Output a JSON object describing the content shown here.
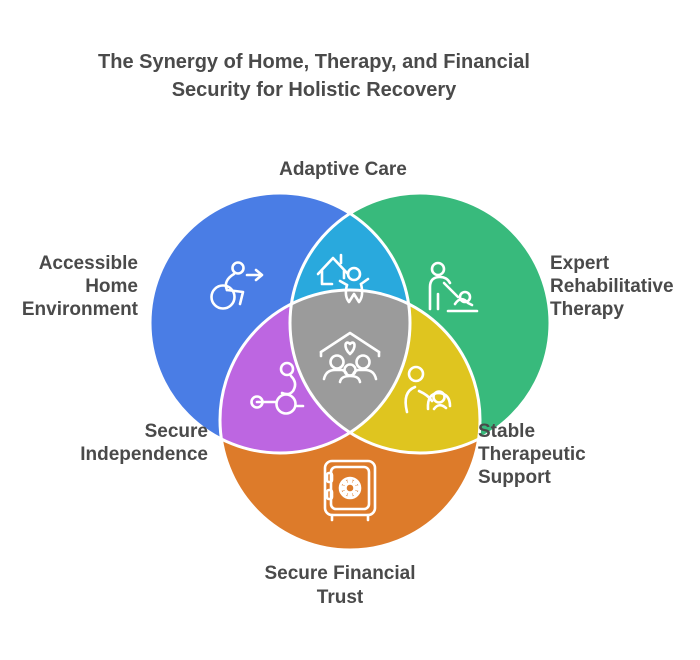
{
  "colors": {
    "background": "#ffffff",
    "text": "#4a4a4a",
    "circle_stroke": "#ffffff",
    "icon_stroke": "#ffffff",
    "circle_home": "#4a7de5",
    "circle_therapy": "#38ba7c",
    "circle_financial": "#dd7b2a",
    "overlap_home_therapy": "#29a9dd",
    "overlap_home_financial": "#bd66e1",
    "overlap_therapy_financial": "#dfc51f",
    "overlap_center": "#9b9b9b"
  },
  "title": {
    "text": "The Synergy of Home, Therapy, and Financial Security for Holistic Recovery",
    "lines": [
      "The Synergy of Home, Therapy, and Financial",
      "Security for Holistic Recovery"
    ]
  },
  "venn": {
    "type": "venn-diagram",
    "sets": [
      {
        "name": "home",
        "label": "Accessible Home Environment",
        "label_lines": [
          "Accessible",
          "Home",
          "Environment"
        ],
        "color": "#4a7de5",
        "icon": "wheelchair-accessibility-icon"
      },
      {
        "name": "therapy",
        "label": "Expert Rehabilitative Therapy",
        "label_lines": [
          "Expert",
          "Rehabilitative",
          "Therapy"
        ],
        "color": "#38ba7c",
        "icon": "rehabilitation-therapist-icon"
      },
      {
        "name": "financial",
        "label": "Secure Financial Trust",
        "label_lines": [
          "Secure Financial",
          "Trust"
        ],
        "color": "#dd7b2a",
        "icon": "safe-vault-icon"
      }
    ],
    "overlaps": [
      {
        "name": "home-therapy",
        "label": "Adaptive Care",
        "label_lines": [
          "Adaptive Care"
        ],
        "color": "#29a9dd",
        "icon": "home-child-care-icon"
      },
      {
        "name": "home-financial",
        "label": "Secure Independence",
        "label_lines": [
          "Secure",
          "Independence"
        ],
        "color": "#bd66e1",
        "icon": "mobility-scooter-icon"
      },
      {
        "name": "therapy-financial",
        "label": "Stable Therapeutic Support",
        "label_lines": [
          "Stable",
          "Therapeutic",
          "Support"
        ],
        "color": "#dfc51f",
        "icon": "caregiver-support-icon"
      },
      {
        "name": "home-therapy-financial",
        "label": "",
        "label_lines": [],
        "color": "#9b9b9b",
        "icon": "family-home-heart-icon"
      }
    ]
  }
}
